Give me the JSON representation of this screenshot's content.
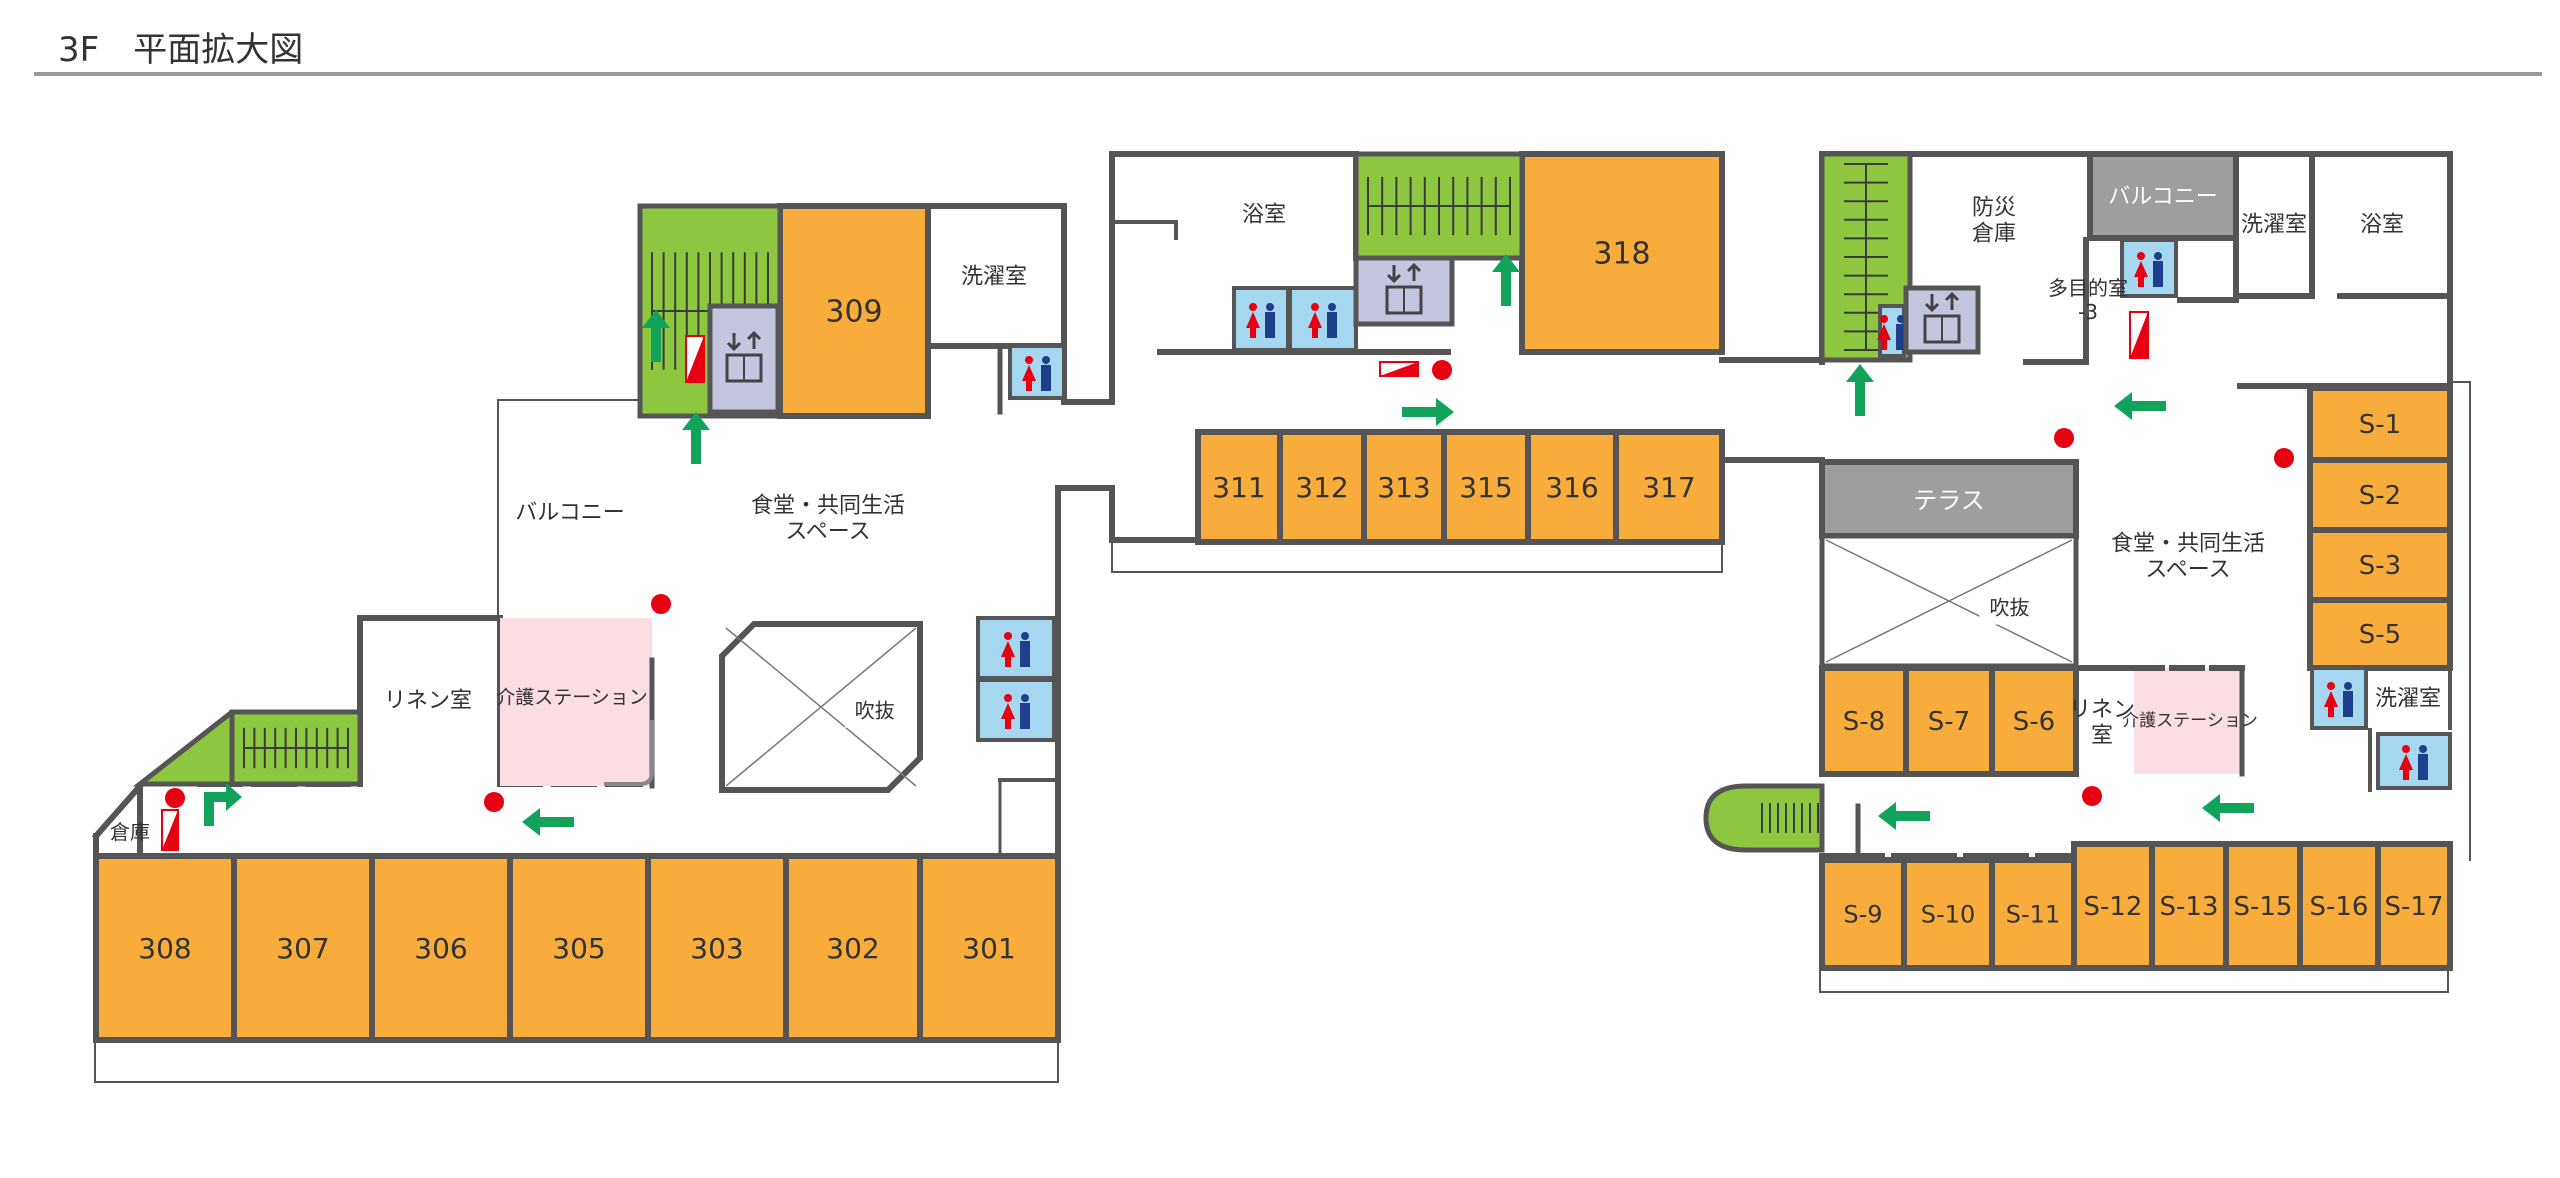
{
  "header": {
    "title": "3F　平面拡大図"
  },
  "colors": {
    "resident_room": "#f7ac3c",
    "stairs": "#8dc63f",
    "elevator": "#c4c6e0",
    "toilet": "#a5d8f0",
    "nurse_station": "#fbdde4",
    "terrace": "#9e9e9e",
    "wall": "#555555",
    "arrow": "#12a35a",
    "marker": "#e60012"
  },
  "icons": [
    "stairs-icon",
    "elevator-icon",
    "toilet-icon",
    "extinguisher-icon",
    "exit-arrow-icon",
    "emergency-marker-icon"
  ],
  "west_wing": {
    "rooms_south": [
      "308",
      "307",
      "306",
      "305",
      "303",
      "302",
      "301"
    ],
    "room_309": "309",
    "balcony": "バルコニー",
    "dining": "食堂・共同生活\nスペース",
    "linen": "リネン室",
    "nurse_station": "介護ステーション",
    "atrium": "吹抜",
    "laundry": "洗濯室",
    "storage": "倉庫"
  },
  "center": {
    "bath": "浴室",
    "rooms": [
      "311",
      "312",
      "313",
      "315",
      "316",
      "317"
    ],
    "room_318": "318"
  },
  "east_wing": {
    "disaster_storage": "防災\n倉庫",
    "balcony": "バルコニー",
    "laundry_top": "洗濯室",
    "bath": "浴室",
    "multipurpose": "多目的室\n-3",
    "terrace": "テラス",
    "atrium": "吹抜",
    "dining": "食堂・共同生活\nスペース",
    "rooms_right": [
      "S-1",
      "S-2",
      "S-3",
      "S-5"
    ],
    "rooms_mid": [
      "S-8",
      "S-7",
      "S-6"
    ],
    "linen": "リネン\n室",
    "nurse_station": "介護ステーション",
    "laundry_bottom": "洗濯室",
    "rooms_south": [
      "S-9",
      "S-10",
      "S-11",
      "S-12",
      "S-13",
      "S-15",
      "S-16",
      "S-17"
    ]
  }
}
